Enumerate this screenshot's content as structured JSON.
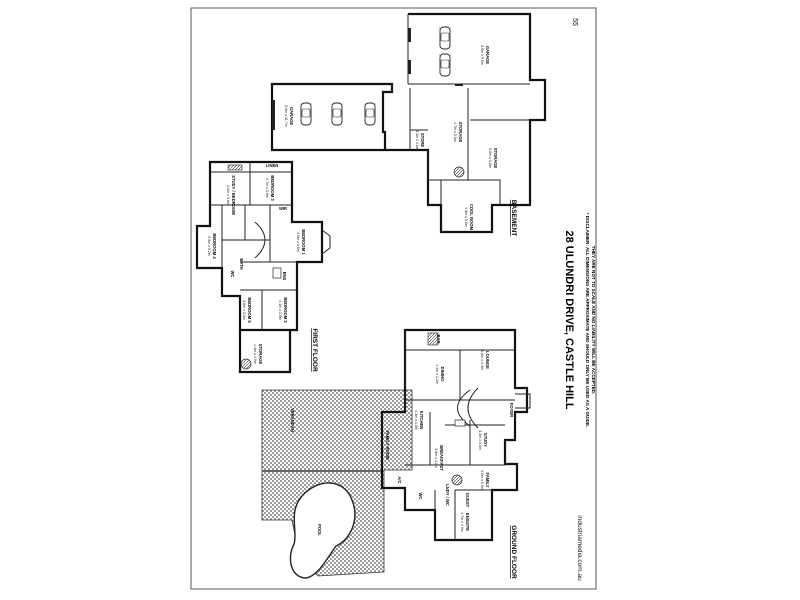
{
  "page_number": "55",
  "address": "28 ULUNDRI DRIVE, CASTLE HILL",
  "disclaimer": {
    "line1": "* DISCLAIMER: ALL DIMENSIONS ARE APPROXIMATE AND SHOULD ONLY BE USED AS A GUIDE.",
    "line2": "THEY ARE NOT TO SCALE AND NO LIABILITY WILL BE ACCEPTED."
  },
  "website": "industriamedia.com.au",
  "floors": {
    "basement": {
      "title": "BASEMENT",
      "rooms": [
        {
          "name": "GARAGE",
          "dim": "9.6m x 9.5m"
        },
        {
          "name": "GARAGE",
          "dim": "8.6m x 11.7m"
        },
        {
          "name": "STORE",
          "dim": "3.3m x 4.8m"
        },
        {
          "name": "STORAGE",
          "dim": "4.7m x 3.8m"
        },
        {
          "name": "STORAGE",
          "dim": "6.8m x 3.8m"
        },
        {
          "name": "COOL ROOM",
          "dim": "4.8m x 3.8m"
        }
      ]
    },
    "first_floor": {
      "title": "FIRST FLOOR",
      "rooms": [
        {
          "name": "LINEN",
          "dim": ""
        },
        {
          "name": "BEDROOM 3",
          "dim": "4.7m x 3.6m"
        },
        {
          "name": "STUDY / BEDROOM",
          "dim": "3.0m x 3.6m"
        },
        {
          "name": "WIR",
          "dim": ""
        },
        {
          "name": "BEDROOM 1",
          "dim": "4.9m x 3.6m"
        },
        {
          "name": "BEDROOM 4",
          "dim": "3.9m x 3.2m"
        },
        {
          "name": "ENS",
          "dim": ""
        },
        {
          "name": "BATH",
          "dim": ""
        },
        {
          "name": "WC",
          "dim": ""
        },
        {
          "name": "BEDROOM 5",
          "dim": "3.6m x 3.3m"
        },
        {
          "name": "BEDROOM 2",
          "dim": "4.1m x 3.6m"
        },
        {
          "name": "STORAGE",
          "dim": "4.4m x 4.0m"
        }
      ]
    },
    "ground_floor": {
      "title": "GROUND FLOOR",
      "rooms": [
        {
          "name": "VERANDAH",
          "dim": ""
        },
        {
          "name": "POOL",
          "dim": ""
        },
        {
          "name": "FAMILY ROOM",
          "dim": "8.0m x 11.2m"
        },
        {
          "name": "DINING",
          "dim": "4.4m x 4.2m"
        },
        {
          "name": "LOUNGE",
          "dim": "6.6m x 4.3m"
        },
        {
          "name": "BAR",
          "dim": ""
        },
        {
          "name": "KITCHEN",
          "dim": "4.3m x 4.8m"
        },
        {
          "name": "FOYER",
          "dim": ""
        },
        {
          "name": "STUDY",
          "dim": "3.3m x 3.0m"
        },
        {
          "name": "BREAKFAST",
          "dim": "3.8m x 4.1m"
        },
        {
          "name": "LNDY / WC",
          "dim": ""
        },
        {
          "name": "FAMILY",
          "dim": "4.6m x 5.0m"
        },
        {
          "name": "GUEST",
          "dim": ""
        },
        {
          "name": "ENSUITE",
          "dim": "4.7m x 4.0m"
        },
        {
          "name": "WC",
          "dim": ""
        },
        {
          "name": "A/C",
          "dim": ""
        }
      ]
    }
  }
}
